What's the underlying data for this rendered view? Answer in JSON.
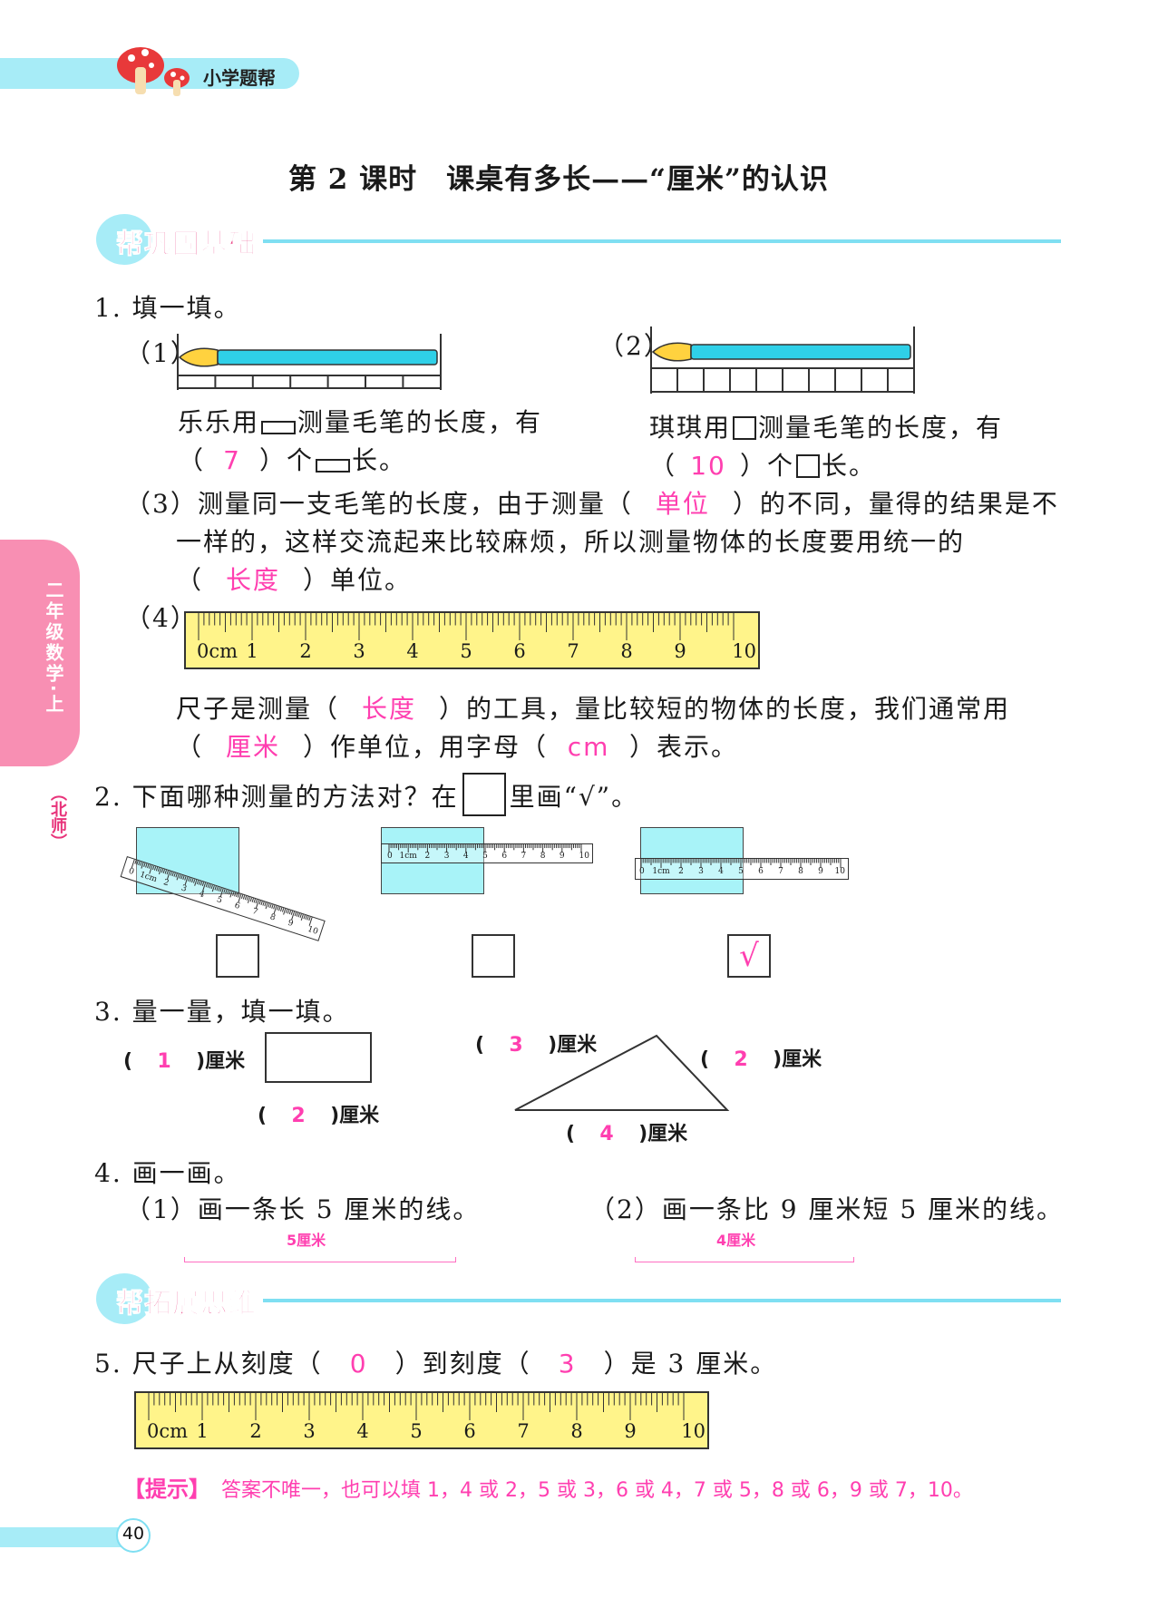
{
  "header": {
    "brand": "小学题帮"
  },
  "sidetab": {
    "text": "二年级数学·上",
    "edition": "（北师）"
  },
  "lesson_title": "第 2 课时　课桌有多长——“厘米”的认识",
  "section1": {
    "title": "帮巩固基础"
  },
  "section2": {
    "title": "帮拓展思维"
  },
  "q1": {
    "label": "1. 填一填。",
    "p1": {
      "num": "（1）",
      "line1a": "乐乐用",
      "line1b": "测量毛笔的长度，有",
      "open": "（",
      "answer": "7",
      "close": "）个",
      "tail": "长。"
    },
    "p2": {
      "num": "（2）",
      "line1a": "琪琪用",
      "line1b": "测量毛笔的长度，有",
      "open": "（",
      "answer": "10",
      "close": "）个",
      "tail": "长。"
    },
    "p3": {
      "a": "（3）测量同一支毛笔的长度，由于测量（",
      "ans1": "单位",
      "b": "）的不同，量得的结果是不",
      "c": "一样的，这样交流起来比较麻烦，所以测量物体的长度要用统一的",
      "d": "（",
      "ans2": "长度",
      "e": "）单位。"
    },
    "p4": {
      "num": "（4）",
      "ruler_labels": [
        "0cm",
        "1",
        "2",
        "3",
        "4",
        "5",
        "6",
        "7",
        "8",
        "9",
        "10"
      ],
      "a": "尺子是测量（",
      "ans1": "长度",
      "b": "）的工具，量比较短的物体的长度，我们通常用",
      "c": "（",
      "ans2": "厘米",
      "d": "）作单位，用字母（",
      "ans3": "cm",
      "e": "）表示。"
    }
  },
  "q2": {
    "a": "2. 下面哪种测量的方法对？在",
    "b": "里画“√”。",
    "check": "√",
    "ruler_labels": [
      "0",
      "1cm",
      "2",
      "3",
      "4",
      "5",
      "6",
      "7",
      "8",
      "9",
      "10"
    ]
  },
  "q3": {
    "label": "3. 量一量，填一填。",
    "unit": ")厘米",
    "open": "(",
    "rect_long": "1",
    "rect_short": "2",
    "tri_left": "3",
    "tri_right": "2",
    "tri_bottom": "4"
  },
  "q4": {
    "label": "4. 画一画。",
    "p1": "（1）画一条长 5 厘米的线。",
    "p1_ans": "5厘米",
    "p2": "（2）画一条比 9 厘米短 5 厘米的线。",
    "p2_ans": "4厘米"
  },
  "q5": {
    "a": "5. 尺子上从刻度（",
    "ans1": "0",
    "b": "）到刻度（",
    "ans2": "3",
    "c": "）是 3 厘米。",
    "ruler_labels": [
      "0cm",
      "1",
      "2",
      "3",
      "4",
      "5",
      "6",
      "7",
      "8",
      "9",
      "10"
    ],
    "hint_label": "【提示】",
    "hint": "答案不唯一，也可以填 1，4 或 2，5 或 3，6 或 4，7 或 5，8 或 6，9 或 7，10。"
  },
  "page_number": "40",
  "colors": {
    "answer": "#ff3fb0",
    "band": "#a7ecf7",
    "ruler": "#fff48a",
    "section": "#e8337a"
  }
}
